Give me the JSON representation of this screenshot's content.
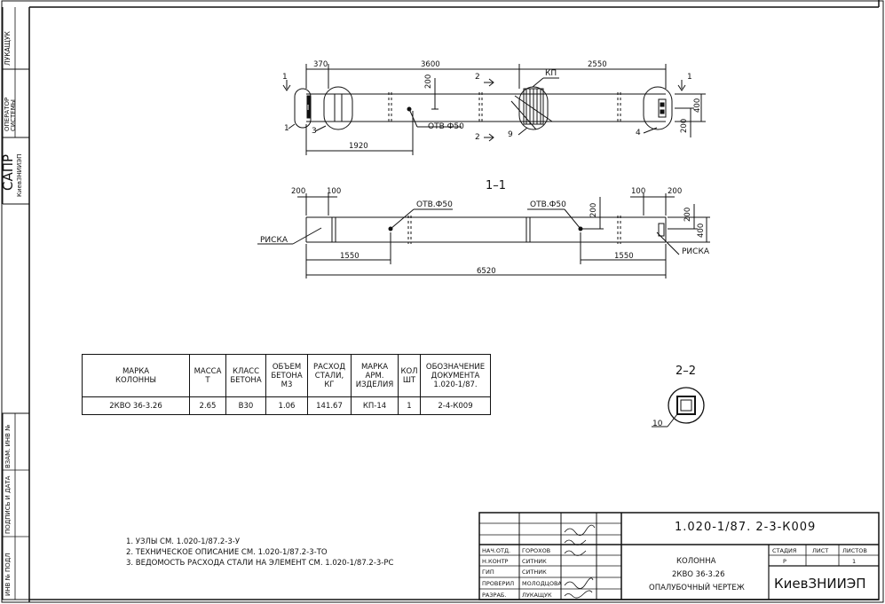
{
  "side": {
    "author": "ЛУКАЩУК",
    "operator": "ОПЕРАТОР",
    "system": "СИСТЕМЫ",
    "sapr": "САПР",
    "org": "КиевЗНИИЭП",
    "inv_vzam": "ВЗАМ. ИНВ №",
    "sign_date": "ПОДПИСЬ И ДАТА",
    "inv_podl": "ИНВ № ПОДЛ"
  },
  "plan": {
    "dims_top": [
      "370",
      "3600",
      "2550"
    ],
    "dim_1920": "1920",
    "dim_200_top": "200",
    "dim_400": "400",
    "dim_200_side": "200",
    "kp": "КП",
    "hole": "ОТВ Ф50",
    "section_mark": "1",
    "cut_mark": "2",
    "callouts": [
      "1",
      "3",
      "9",
      "4"
    ]
  },
  "section11": {
    "title": "1–1",
    "dims_left": [
      "200",
      "100"
    ],
    "dims_right": [
      "100",
      "200"
    ],
    "hole_left": "ОТВ.Ф50",
    "hole_right": "ОТВ.Ф50",
    "dim_200_mid": "200",
    "dim_200_side": "200",
    "dim_400": "400",
    "riska_left": "РИСКА",
    "riska_right": "РИСКА",
    "dim_1550_left": "1550",
    "dim_1550_right": "1550",
    "dim_total": "6520"
  },
  "section22": {
    "title": "2–2",
    "callout": "10"
  },
  "spec_table": {
    "headers": [
      [
        "МАРКА",
        "КОЛОННЫ"
      ],
      [
        "МАССА",
        "Т"
      ],
      [
        "КЛАСС",
        "БЕТОНА"
      ],
      [
        "ОБЪЕМ",
        "БЕТОНА",
        "М3"
      ],
      [
        "РАСХОД",
        "СТАЛИ,",
        "КГ"
      ],
      [
        "МАРКА",
        "АРМ.",
        "ИЗДЕЛИЯ"
      ],
      [
        "КОЛ",
        "ШТ"
      ],
      [
        "ОБОЗНАЧЕНИЕ",
        "ДОКУМЕНТА",
        "1.020-1/87."
      ]
    ],
    "row": [
      "2КВО 36-3.26",
      "2.65",
      "В30",
      "1.06",
      "141.67",
      "КП-14",
      "1",
      "2-4-К009"
    ]
  },
  "notes": [
    "1. УЗЛЫ СМ. 1.020-1/87.2-3-У",
    "2. ТЕХНИЧЕСКОЕ ОПИСАНИЕ СМ. 1.020-1/87.2-3-ТО",
    "3. ВЕДОМОСТЬ РАСХОДА СТАЛИ НА ЭЛЕМЕНТ СМ. 1.020-1/87.2-3-РС"
  ],
  "stamp": {
    "doc_code": "1.020-1/87.  2-3-К009",
    "roles": [
      "НАЧ.ОТД.",
      "Н.КОНТР",
      "ГИП",
      "ПРОВЕРИЛ",
      "РАЗРАБ."
    ],
    "names": [
      "ГОРОХОВ",
      "СИТНИК",
      "СИТНИК",
      "МОЛОДЦОВА",
      "ЛУКАЩУК"
    ],
    "title_lines": [
      "КОЛОННА",
      "2КВО 36-3.26",
      "ОПАЛУБОЧНЫЙ ЧЕРТЕЖ"
    ],
    "stage_h": "СТАДИЯ",
    "sheet_h": "ЛИСТ",
    "sheets_h": "ЛИСТОВ",
    "stage": "Р",
    "sheets": "1",
    "org": "КиевЗНИИЭП"
  }
}
